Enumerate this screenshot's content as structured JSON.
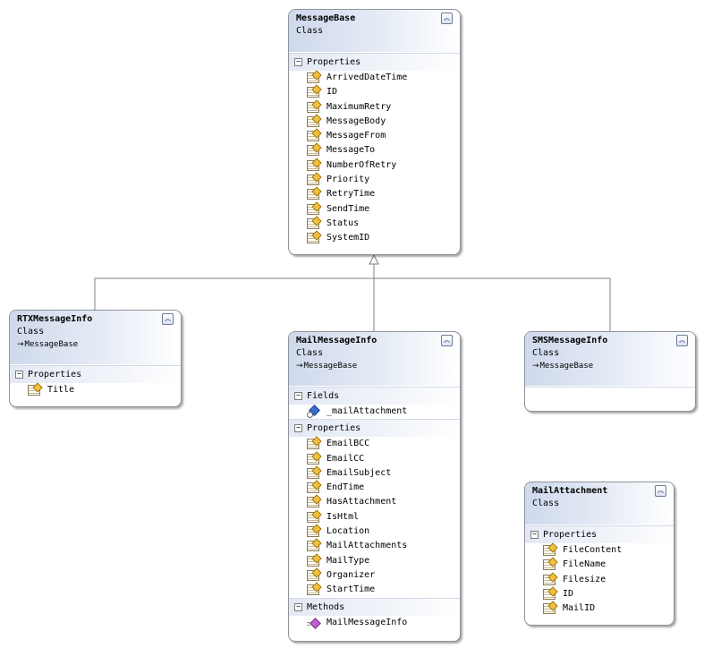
{
  "diagram": {
    "classes": {
      "message_base": {
        "name": "MessageBase",
        "kind": "Class",
        "sections": {
          "properties": {
            "title": "Properties",
            "items": [
              "ArrivedDateTime",
              "ID",
              "MaximumRetry",
              "MessageBody",
              "MessageFrom",
              "MessageTo",
              "NumberOfRetry",
              "Priority",
              "RetryTime",
              "SendTime",
              "Status",
              "SystemID"
            ]
          }
        }
      },
      "rtx_message_info": {
        "name": "RTXMessageInfo",
        "kind": "Class",
        "base": "MessageBase",
        "sections": {
          "properties": {
            "title": "Properties",
            "items": [
              "Title"
            ]
          }
        }
      },
      "mail_message_info": {
        "name": "MailMessageInfo",
        "kind": "Class",
        "base": "MessageBase",
        "sections": {
          "fields": {
            "title": "Fields",
            "items": [
              "_mailAttachment"
            ]
          },
          "properties": {
            "title": "Properties",
            "items": [
              "EmailBCC",
              "EmailCC",
              "EmailSubject",
              "EndTime",
              "HasAttachment",
              "IsHtml",
              "Location",
              "MailAttachments",
              "MailType",
              "Organizer",
              "StartTime"
            ]
          },
          "methods": {
            "title": "Methods",
            "items": [
              "MailMessageInfo"
            ]
          }
        }
      },
      "sms_message_info": {
        "name": "SMSMessageInfo",
        "kind": "Class",
        "base": "MessageBase"
      },
      "mail_attachment": {
        "name": "MailAttachment",
        "kind": "Class",
        "sections": {
          "properties": {
            "title": "Properties",
            "items": [
              "FileContent",
              "FileName",
              "Filesize",
              "ID",
              "MailID"
            ]
          }
        }
      }
    },
    "icons": {
      "collapse": "double-chevron-up-icon",
      "section_toggle": "minus-box-icon",
      "property": "property-icon",
      "field": "field-icon",
      "method": "method-icon",
      "inherits": "inherits-arrow-icon"
    },
    "colors": {
      "header_gradient_start": "#cfd9ec",
      "border": "#8f949c",
      "connector": "#7f7f7f"
    }
  }
}
